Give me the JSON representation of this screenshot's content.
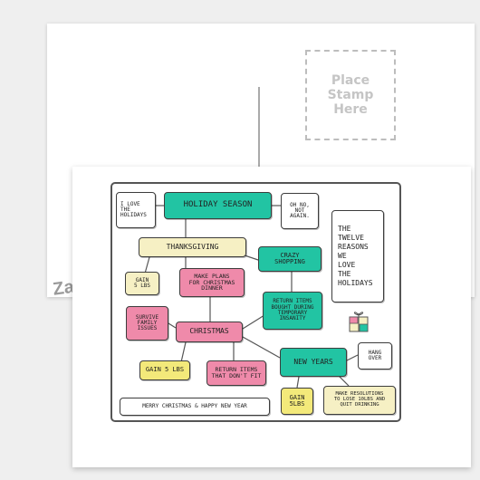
{
  "postcard_back": {
    "stamp_text": "Place\nStamp\nHere",
    "brand_text": "Za"
  },
  "flowchart": {
    "nodes": {
      "i_love": "I LOVE\nTHE\nHOLIDAYS",
      "holiday_season": "HOLIDAY SEASON",
      "oh_no": "OH NO,\nNOT\nAGAIN.",
      "twelve_reasons": "THE\nTWELVE\nREASONS\nWE\nLOVE\nTHE\nHOLIDAYS",
      "thanksgiving": "THANKSGIVING",
      "crazy_shopping": "CRAZY\nSHOPPING",
      "gain_5_top": "GAIN\n5 LBS",
      "make_plans": "MAKE PLANS\nFOR CHRISTMAS\nDINNER",
      "return_items_impulse": "RETURN ITEMS\nBOUGHT DURING\nTEMPORARY\nINSANITY",
      "survive_family": "SURVIVE\nFAMILY\nISSUES",
      "christmas": "CHRISTMAS",
      "hang_over": "HANG\nOVER",
      "gain_5_left": "GAIN 5 LBS",
      "return_items_fit": "RETURN ITEMS\nTHAT DON'T FIT",
      "new_years": "NEW YEARS",
      "gain_5_bottom": "GAIN\n5LBS",
      "resolutions": "MAKE RESOLUTIONS\nTO LOSE 10LBS AND\nQUIT DRINKING",
      "merry_christmas": "MERRY CHRISTMAS & HAPPY NEW YEAR"
    },
    "colors": {
      "teal": "#22c4a3",
      "cream": "#f6f0c4",
      "pink": "#ef8aaa",
      "yellow": "#f3e97a"
    }
  }
}
